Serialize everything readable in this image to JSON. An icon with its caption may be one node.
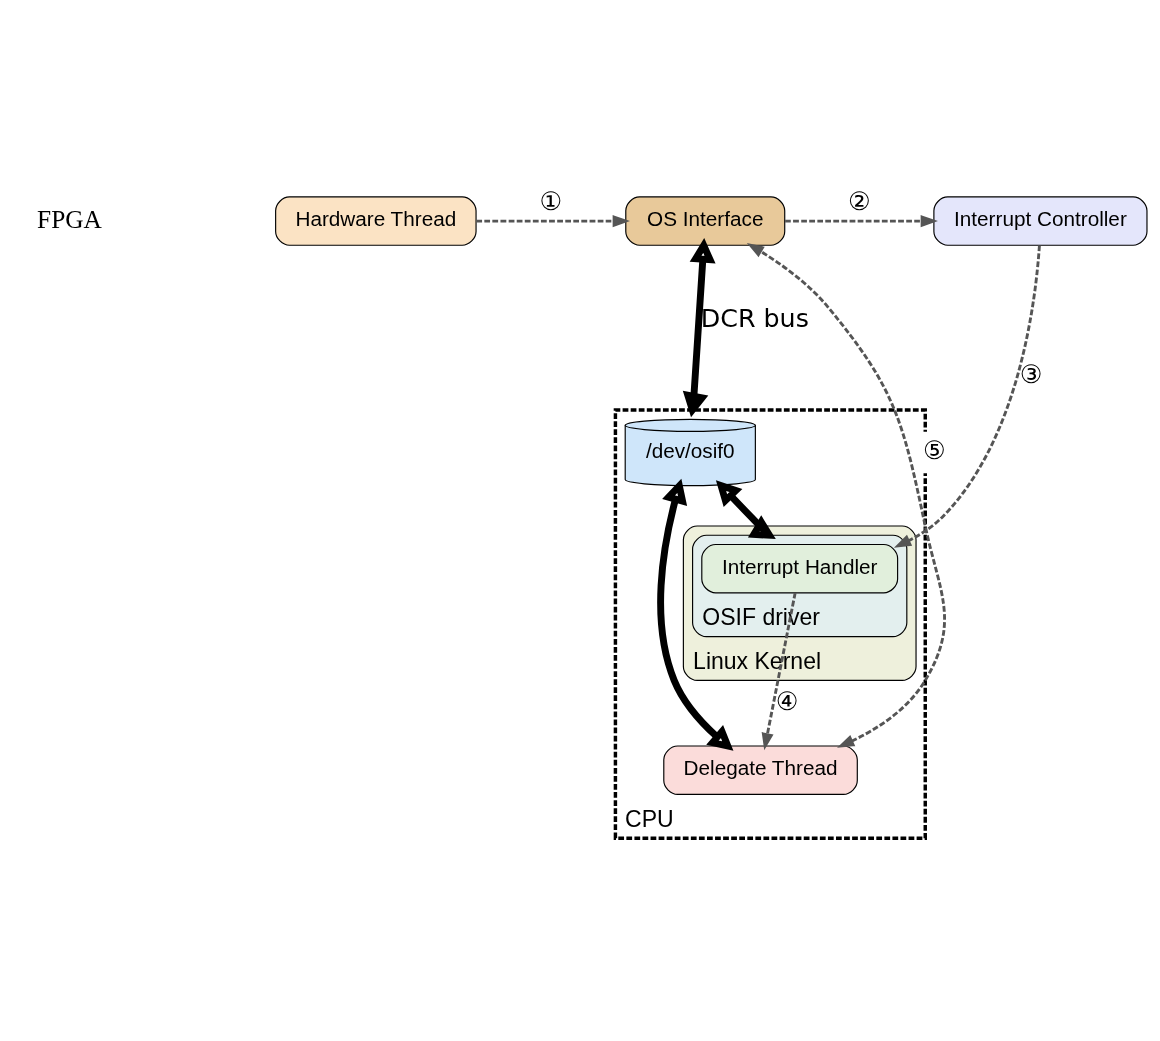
{
  "diagram": {
    "nodes": [
      {
        "text": [
          "Hardware Thread"
        ]
      },
      {
        "text": [
          "OS Interface"
        ]
      },
      {
        "text": [
          "Interrupt Controller"
        ]
      },
      {
        "text": [
          "CPU"
        ]
      },
      {
        "text": [
          "Linux Kernel"
        ],
        "in": 3
      },
      {
        "text": [
          "OSIF driver"
        ],
        "in": 4
      },
      {
        "text": [
          "Interrupt Handler"
        ],
        "in": 5
      },
      {
        "text": [
          "/dev/osif0"
        ],
        "in": 3
      },
      {
        "text": [
          "Delegate Thread"
        ],
        "in": 3
      }
    ],
    "edges": [
      {
        "from": 0,
        "to": 1,
        "arrow": "to",
        "label": "①",
        "style": "dashed"
      },
      {
        "from": 1,
        "to": 2,
        "arrow": "to",
        "label": "②",
        "style": "dashed"
      },
      {
        "from": 2,
        "to": 6,
        "arrow": "to",
        "label": "③",
        "style": "dashed"
      },
      {
        "from": 6,
        "to": 8,
        "arrow": "to",
        "label": "④",
        "style": "dashed"
      },
      {
        "from": 8,
        "to": 1,
        "arrow": "both",
        "label": "⑤",
        "style": "dashed"
      },
      {
        "from": 1,
        "to": 3,
        "arrow": "both",
        "label": "DCR bus",
        "style": "thick"
      },
      {
        "from": 7,
        "to": 5,
        "arrow": "both",
        "style": "thick"
      },
      {
        "from": 7,
        "to": 8,
        "arrow": "both",
        "style": "thick"
      }
    ],
    "labels": [
      "FPGA"
    ]
  }
}
